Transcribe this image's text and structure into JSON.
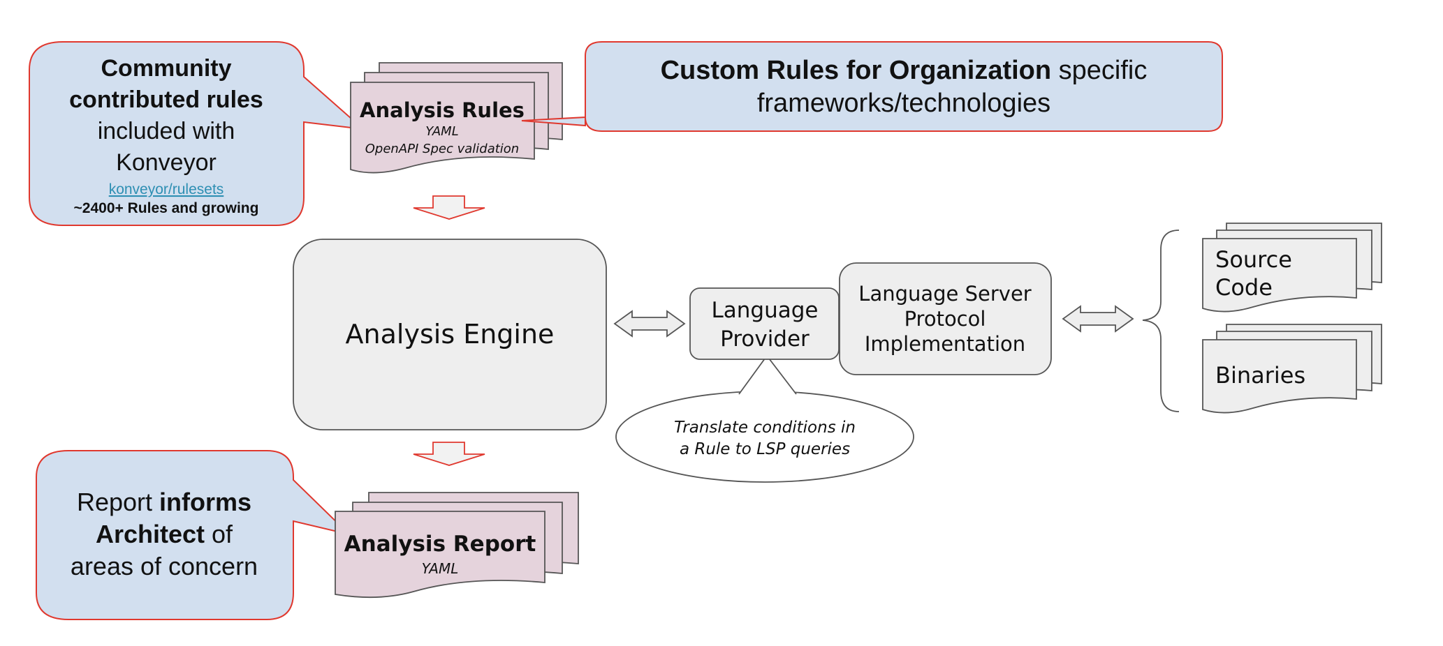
{
  "callouts": {
    "community": {
      "line1": "Community",
      "line2": "contributed rules",
      "line3": "included with",
      "line4": "Konveyor",
      "link": "konveyor/rulesets",
      "count": "~2400+ Rules and growing"
    },
    "custom": {
      "bold": "Custom Rules for Organization",
      "rest": " specific",
      "line2": "frameworks/technologies"
    },
    "report": {
      "line1_plain": "Report ",
      "line1_bold": "informs",
      "line2_bold": "Architect",
      "line2_plain": " of",
      "line3": "areas of concern"
    }
  },
  "analysis_rules": {
    "title": "Analysis Rules",
    "sub1": "YAML",
    "sub2": "OpenAPI Spec validation"
  },
  "engine": {
    "label": "Analysis Engine"
  },
  "language_provider": {
    "line1": "Language",
    "line2": "Provider"
  },
  "lsp": {
    "line1": "Language Server",
    "line2": "Protocol",
    "line3": "Implementation"
  },
  "translate_note": {
    "line1": "Translate conditions in",
    "line2": "a Rule to LSP queries"
  },
  "inputs": {
    "source": {
      "line1": "Source",
      "line2": "Code"
    },
    "binaries": {
      "label": "Binaries"
    }
  },
  "analysis_report": {
    "title": "Analysis Report",
    "sub": "YAML"
  },
  "colors": {
    "callout_fill": "#d2dfef",
    "callout_stroke": "#e0382e",
    "doc_fill": "#e5d3dc",
    "box_fill": "#eeeeee",
    "stroke": "#555555"
  }
}
